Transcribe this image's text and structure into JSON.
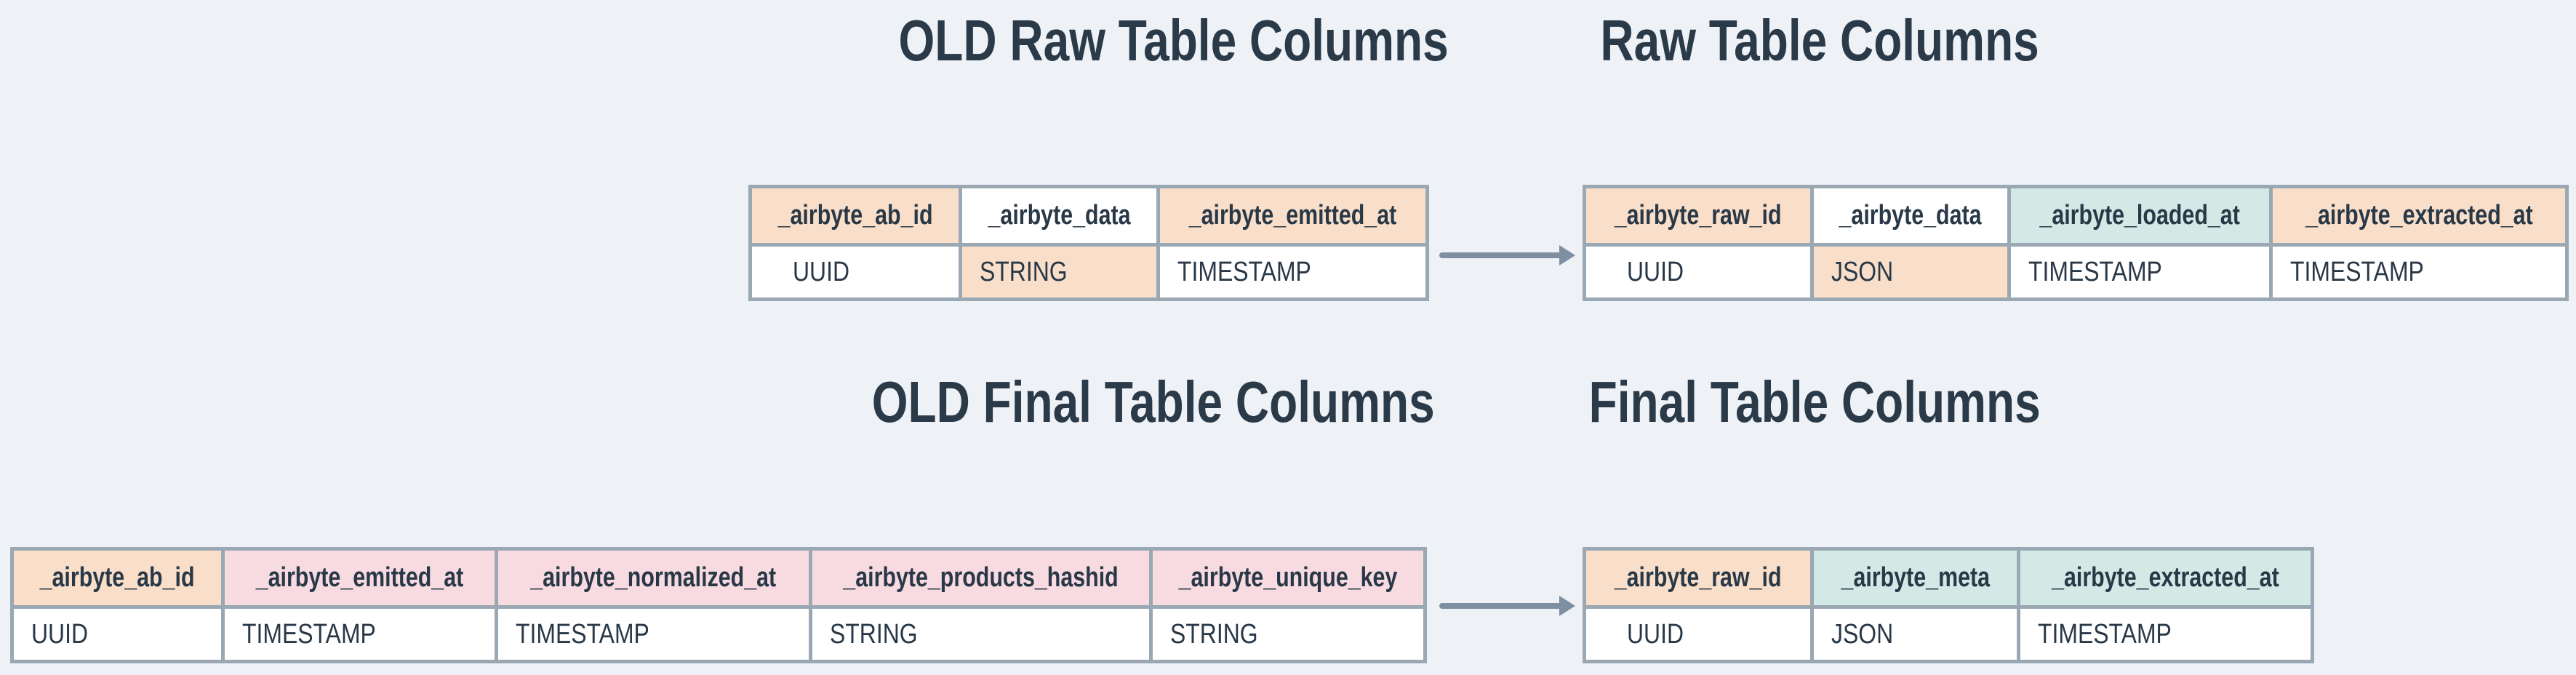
{
  "palette": {
    "background": "#eef2f6",
    "border": "#9aa8b4",
    "text": "#2b3a48",
    "arrow": "#7e8fa1",
    "peach": "#f9dfca",
    "pink": "#f8dbe1",
    "mint": "#d2e9e5",
    "white": "#ffffff"
  },
  "titles": {
    "old_raw": "OLD Raw Table Columns",
    "raw": "Raw Table Columns",
    "old_final": "OLD Final Table Columns",
    "final": "Final Table Columns"
  },
  "tables": {
    "old_raw": {
      "columns": [
        {
          "name": "_airbyte_ab_id",
          "type": "UUID",
          "header_bg": "peach",
          "type_bg": "white"
        },
        {
          "name": "_airbyte_data",
          "type": "STRING",
          "header_bg": "white",
          "type_bg": "peach"
        },
        {
          "name": "_airbyte_emitted_at",
          "type": "TIMESTAMP",
          "header_bg": "peach",
          "type_bg": "white"
        }
      ]
    },
    "raw": {
      "columns": [
        {
          "name": "_airbyte_raw_id",
          "type": "UUID",
          "header_bg": "peach",
          "type_bg": "white"
        },
        {
          "name": "_airbyte_data",
          "type": "JSON",
          "header_bg": "white",
          "type_bg": "peach"
        },
        {
          "name": "_airbyte_loaded_at",
          "type": "TIMESTAMP",
          "header_bg": "mint",
          "type_bg": "white"
        },
        {
          "name": "_airbyte_extracted_at",
          "type": "TIMESTAMP",
          "header_bg": "peach",
          "type_bg": "white"
        }
      ]
    },
    "old_final": {
      "columns": [
        {
          "name": "_airbyte_ab_id",
          "type": "UUID",
          "header_bg": "peach",
          "type_bg": "white"
        },
        {
          "name": "_airbyte_emitted_at",
          "type": "TIMESTAMP",
          "header_bg": "pink",
          "type_bg": "white"
        },
        {
          "name": "_airbyte_normalized_at",
          "type": "TIMESTAMP",
          "header_bg": "pink",
          "type_bg": "white"
        },
        {
          "name": "_airbyte_products_hashid",
          "type": "STRING",
          "header_bg": "pink",
          "type_bg": "white"
        },
        {
          "name": "_airbyte_unique_key",
          "type": "STRING",
          "header_bg": "pink",
          "type_bg": "white"
        }
      ]
    },
    "final": {
      "columns": [
        {
          "name": "_airbyte_raw_id",
          "type": "UUID",
          "header_bg": "peach",
          "type_bg": "white"
        },
        {
          "name": "_airbyte_meta",
          "type": "JSON",
          "header_bg": "mint",
          "type_bg": "white"
        },
        {
          "name": "_airbyte_extracted_at",
          "type": "TIMESTAMP",
          "header_bg": "mint",
          "type_bg": "white"
        }
      ]
    }
  }
}
